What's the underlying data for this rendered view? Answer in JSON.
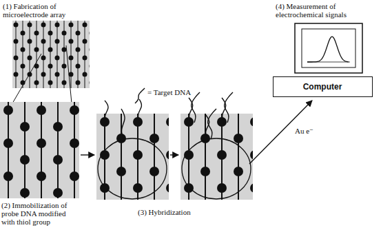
{
  "diagram": {
    "nodes": [
      {
        "text": [
          "Computer"
        ]
      }
    ],
    "labels": [
      "(1) Fabrication of microelectrode array",
      "(4) Measurement of electrochemical signals",
      "= Target DNA",
      "(2) Immobilization of probe DNA modified with thiol group",
      "(3) Hybridization",
      "Au e⁻"
    ]
  }
}
